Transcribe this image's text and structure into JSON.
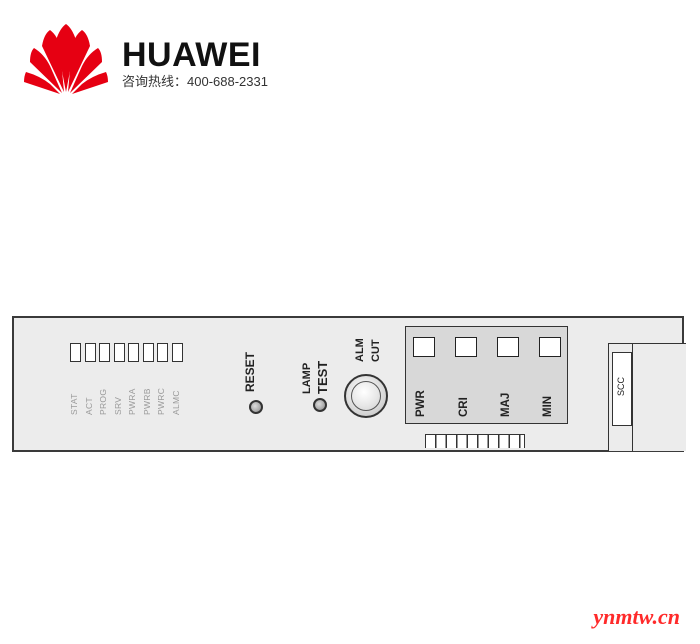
{
  "header": {
    "brand": "HUAWEI",
    "hotline": "咨询热线：400-688-2331",
    "brand_color": "#e60012"
  },
  "board": {
    "led_labels": [
      "STAT",
      "ACT",
      "PROG",
      "SRV",
      "PWRA",
      "PWRB",
      "PWRC",
      "ALMC"
    ],
    "reset_label": "RESET",
    "lamp_label": "LAMP",
    "test_label": "TEST",
    "alm_label": "ALM",
    "cut_label": "CUT",
    "alarm_labels": [
      "PWR",
      "CRI",
      "MAJ",
      "MIN"
    ],
    "ejector_label": "SCC"
  },
  "watermark": "ynmtw.cn"
}
